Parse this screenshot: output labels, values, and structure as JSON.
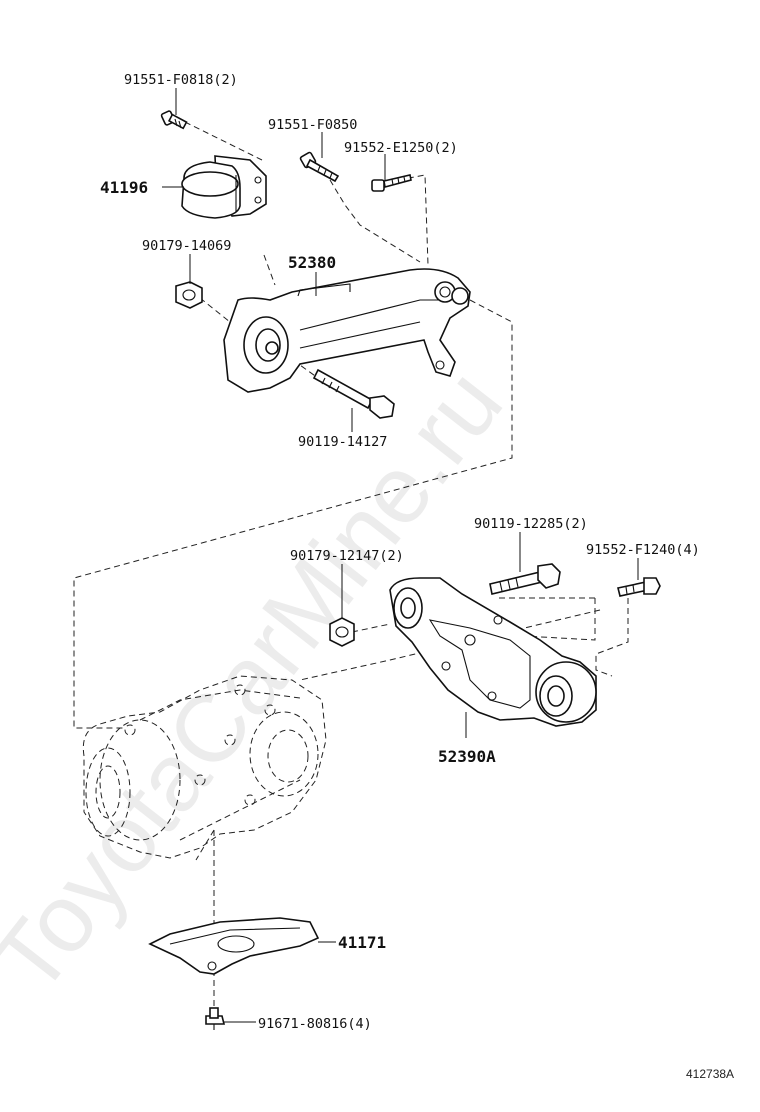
{
  "watermark": "ToyotaCarMine.ru",
  "figure_id": "412738A",
  "labels": {
    "p91551_F0818": "91551-F0818(2)",
    "p91551_F0850": "91551-F0850",
    "p91552_E1250": "91552-E1250(2)",
    "p41196": "41196",
    "p90179_14069": "90179-14069",
    "p52380": "52380",
    "p90119_14127": "90119-14127",
    "p90119_12285": "90119-12285(2)",
    "p90179_12147": "90179-12147(2)",
    "p91552_F1240": "91552-F1240(4)",
    "p52390A": "52390A",
    "p41171": "41171",
    "p91671_80816": "91671-80816(4)"
  }
}
